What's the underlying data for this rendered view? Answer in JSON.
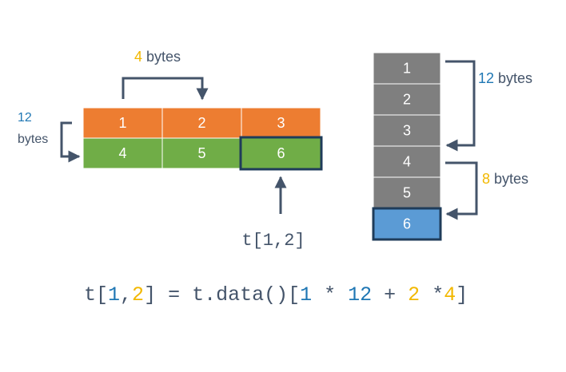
{
  "colors": {
    "orange": "#ed7d31",
    "green": "#70ad47",
    "gray": "#7f7f7f",
    "blue_cell": "#5b9bd5",
    "outline": "#1f3c5a",
    "arrow": "#44546a",
    "blue_text": "#1f77b4",
    "yellow_text": "#f2b800",
    "code_text": "#44546a"
  },
  "grid": {
    "rows": [
      [
        "1",
        "2",
        "3"
      ],
      [
        "4",
        "5",
        "6"
      ]
    ],
    "highlight": {
      "row": 1,
      "col": 2
    }
  },
  "labels": {
    "top_num": "4",
    "top_unit": " bytes",
    "left_num": "12",
    "left_unit": "bytes",
    "index": "t[1,2]"
  },
  "stack": {
    "cells": [
      "1",
      "2",
      "3",
      "4",
      "5",
      "6"
    ],
    "highlight": 5,
    "label_12_num": "12",
    "label_12_unit": " bytes",
    "label_8_num": "8",
    "label_8_unit": " bytes"
  },
  "formula": {
    "parts": [
      {
        "text": "t[",
        "color": "code"
      },
      {
        "text": "1",
        "color": "blue"
      },
      {
        "text": ",",
        "color": "code"
      },
      {
        "text": "2",
        "color": "yellow"
      },
      {
        "text": "] = t.data()[",
        "color": "code"
      },
      {
        "text": "1",
        "color": "blue"
      },
      {
        "text": " * ",
        "color": "code"
      },
      {
        "text": "12",
        "color": "blue"
      },
      {
        "text": " + ",
        "color": "code"
      },
      {
        "text": "2",
        "color": "yellow"
      },
      {
        "text": " *",
        "color": "code"
      },
      {
        "text": "4",
        "color": "yellow"
      },
      {
        "text": "]",
        "color": "code"
      }
    ]
  }
}
